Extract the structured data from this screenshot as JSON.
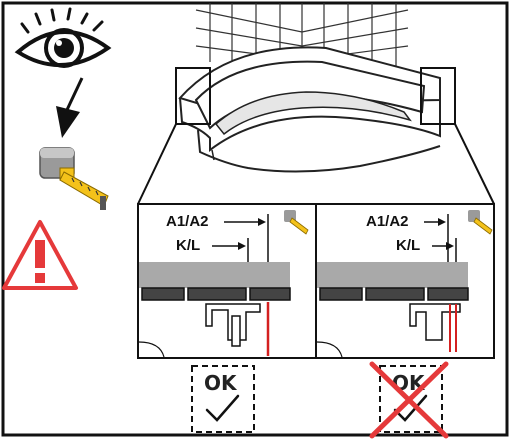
{
  "labels": {
    "left_offset": "A1/A2",
    "left_edge": "K/L",
    "right_offset": "A1/A2",
    "right_edge": "K/L"
  },
  "verdicts": {
    "correct_label": "OK",
    "incorrect_label": "OK"
  },
  "colors": {
    "border": "#111111",
    "warning": "#e5393a",
    "tape_yellow": "#f4c21a",
    "tape_gray": "#9a9a9a",
    "wall_band": "#a9a9a9",
    "profile_red": "#d42020"
  },
  "icons": [
    "eye-icon",
    "down-arrow-icon",
    "tape-measure-icon",
    "warning-triangle-icon",
    "checkmark-icon",
    "cross-icon"
  ]
}
